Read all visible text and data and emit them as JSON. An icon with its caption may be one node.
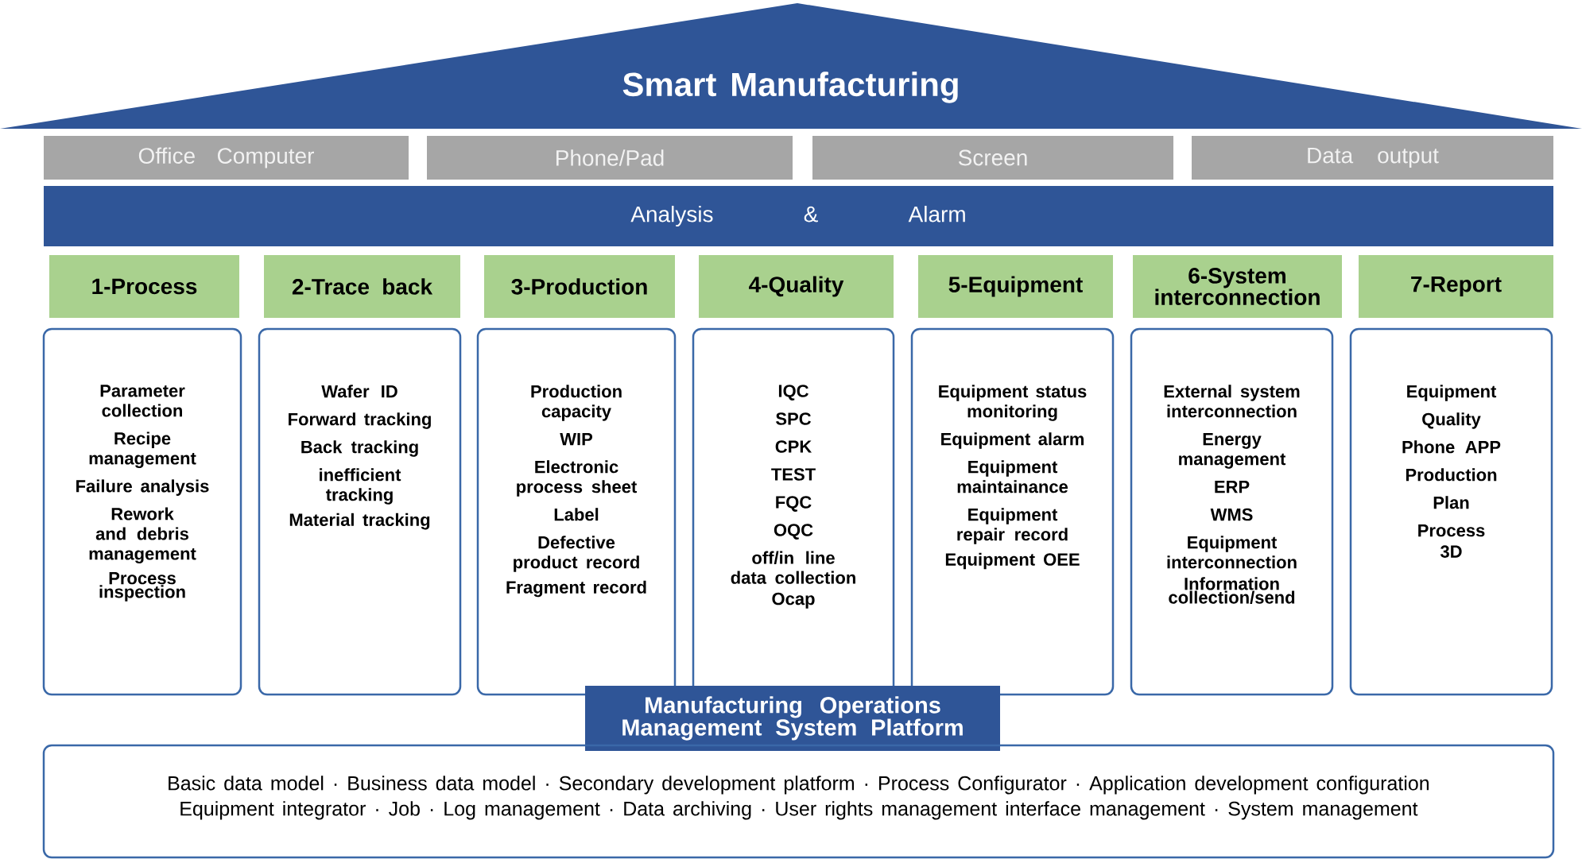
{
  "diagram": {
    "nodes": [
      {
        "text": [
          "Smart Manufacturing"
        ]
      },
      {
        "text": [
          "Office Computer"
        ]
      },
      {
        "text": [
          "Phone/Pad"
        ]
      },
      {
        "text": [
          "Screen"
        ]
      },
      {
        "text": [
          "Data output"
        ]
      },
      {
        "text": [
          "Analysis & Alarm"
        ]
      },
      {
        "text": [
          "1-Process"
        ]
      },
      {
        "text": [
          "2-Trace back"
        ]
      },
      {
        "text": [
          "3-Production"
        ]
      },
      {
        "text": [
          "4-Quality"
        ]
      },
      {
        "text": [
          "5-Equipment"
        ]
      },
      {
        "text": [
          "6-System interconnection"
        ]
      },
      {
        "text": [
          "7-Report"
        ]
      },
      {
        "text": [
          "Parameter collection",
          "Recipe management",
          "Failure analysis",
          "Rework and debris management",
          "Process inspection"
        ]
      },
      {
        "text": [
          "Wafer ID",
          "Forward tracking",
          "Back tracking",
          "inefficient tracking",
          "Material tracking"
        ]
      },
      {
        "text": [
          "Production capacity",
          "WIP",
          "Electronic process sheet",
          "Label",
          "Defective product record",
          "Fragment record"
        ]
      },
      {
        "text": [
          "IQC",
          "SPC",
          "CPK",
          "TEST",
          "FQC",
          "OQC",
          "off/in line data collection",
          "Ocap"
        ]
      },
      {
        "text": [
          "Equipment status monitoring",
          "Equipment alarm",
          "Equipment maintainance",
          "Equipment repair record",
          "Equipment OEE"
        ]
      },
      {
        "text": [
          "External system interconnection",
          "Energy management",
          "ERP",
          "WMS",
          "Equipment interconnection",
          "Information collection/send"
        ]
      },
      {
        "text": [
          "Equipment",
          "Quality",
          "Phone APP",
          "Production",
          "Plan",
          "Process",
          "3D"
        ]
      },
      {
        "text": [
          "Manufacturing Operations Management System Platform"
        ]
      },
      {
        "text": [
          "Basic data model · Business data model · Secondary development platform · Process Configurator · Application development configuration",
          "Equipment integrator · Job · Log management · Data archiving · User rights management interface management · System management"
        ]
      }
    ]
  }
}
